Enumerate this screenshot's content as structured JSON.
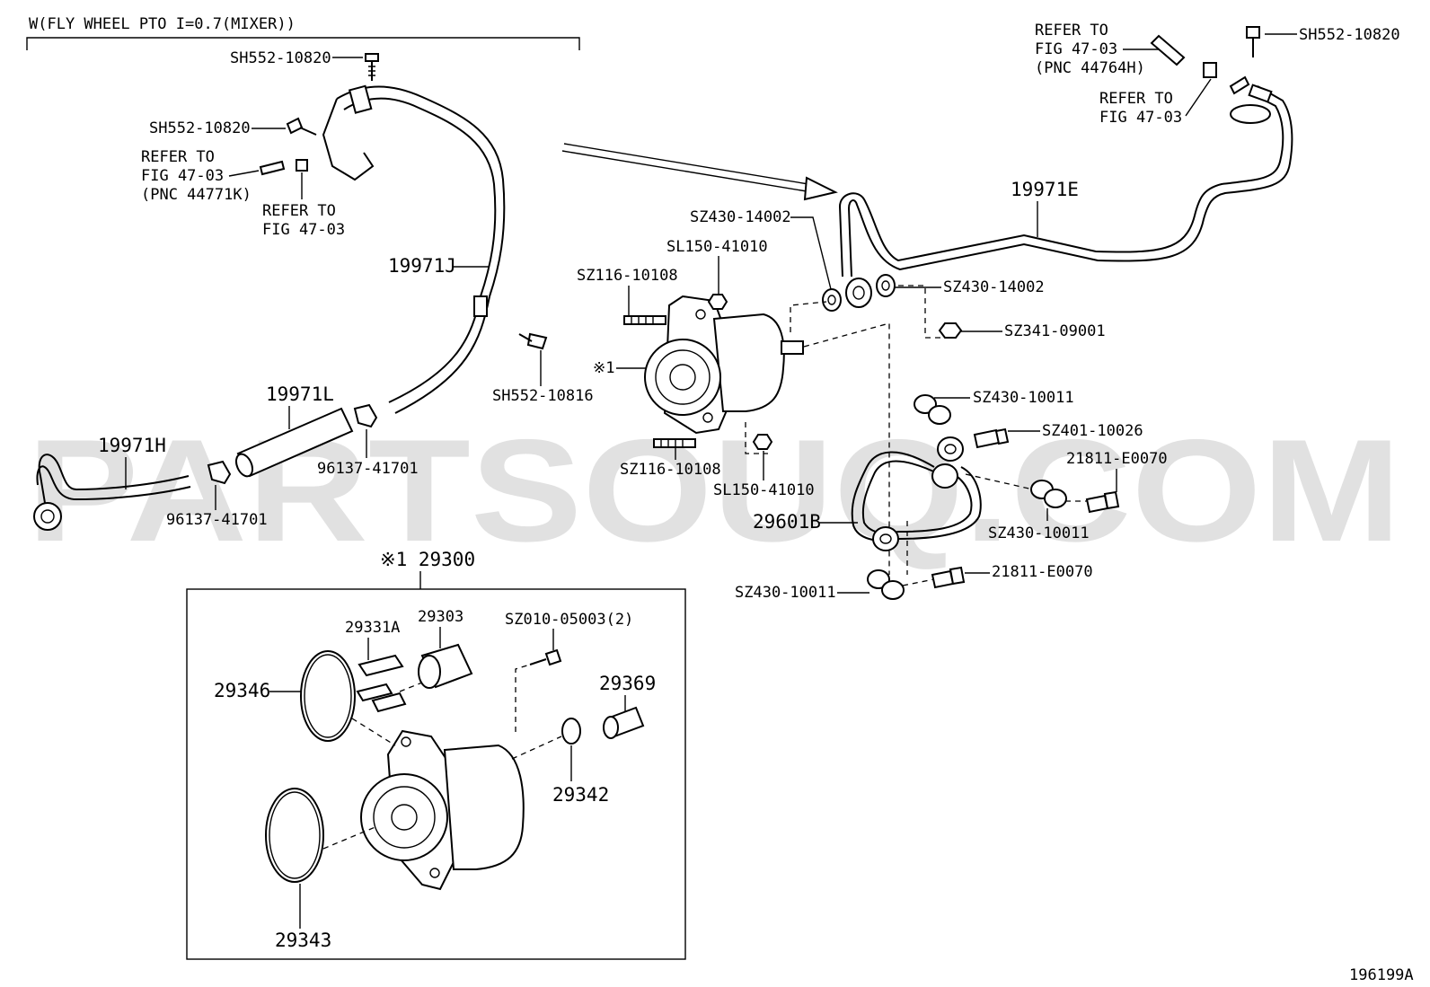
{
  "header": {
    "title": "W(FLY WHEEL PTO I=0.7(MIXER))"
  },
  "watermark": "PARTSOUQ.COM",
  "figure_code": "196199A",
  "labels": {
    "sh552_a": "SH552-10820",
    "sh552_b": "SH552-10820",
    "sh552_c": "SH552-10820",
    "sh552_10816": "SH552-10816",
    "refer_a1": "REFER TO",
    "refer_a2": "FIG 47-03",
    "refer_a3": "(PNC 44771K)",
    "refer_b1": "REFER TO",
    "refer_b2": "FIG 47-03",
    "refer_c1": "REFER TO",
    "refer_c2": "FIG 47-03",
    "refer_c3": "(PNC 44764H)",
    "refer_d1": "REFER TO",
    "refer_d2": "FIG 47-03",
    "p19971J": "19971J",
    "p19971E": "19971E",
    "p19971L": "19971L",
    "p19971H": "19971H",
    "clamp_a": "96137-41701",
    "clamp_b": "96137-41701",
    "sz430_14002_a": "SZ430-14002",
    "sz430_14002_b": "SZ430-14002",
    "sl150_a": "SL150-41010",
    "sl150_b": "SL150-41010",
    "sz116_a": "SZ116-10108",
    "sz116_b": "SZ116-10108",
    "ref_mark": "※1",
    "sz341": "SZ341-09001",
    "sz430_10011_a": "SZ430-10011",
    "sz430_10011_b": "SZ430-10011",
    "sz430_10011_c": "SZ430-10011",
    "sz401": "SZ401-10026",
    "e0070_a": "21811-E0070",
    "e0070_b": "21811-E0070",
    "p29601B": "29601B",
    "assy_29300": "※1 29300",
    "p29303": "29303",
    "p29331A": "29331A",
    "sz010": "SZ010-05003(2)",
    "p29346": "29346",
    "p29369": "29369",
    "p29342": "29342",
    "p29343": "29343"
  }
}
